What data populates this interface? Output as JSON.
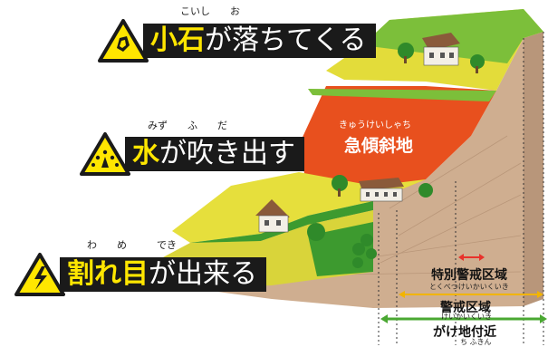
{
  "warnings": [
    {
      "highlight": "小石",
      "rest": "が落ちてくる",
      "ruby": "こいし　　お",
      "icon": "falling-stone-icon"
    },
    {
      "highlight": "水",
      "rest": "が吹き出す",
      "ruby": "みず　　ふ　　だ",
      "icon": "water-spring-icon"
    },
    {
      "highlight": "割れ目",
      "rest": "が出来る",
      "ruby": "わ　　め　　　でき",
      "icon": "crack-icon"
    }
  ],
  "slope": {
    "label": "急傾斜地",
    "ruby": "きゅうけいしゃち"
  },
  "zones": [
    {
      "label": "特別警戒区域",
      "ruby": "とくべつけいかいくいき",
      "color": "#e8322b"
    },
    {
      "label": "警戒区域",
      "ruby": "けいかいくいき",
      "color": "#f2b400"
    },
    {
      "label": "がけ地付近",
      "ruby": "ち ふきん",
      "color": "#4aa832"
    }
  ],
  "colors": {
    "warning_yellow": "#ffe600",
    "slope_orange": "#e8501e",
    "field_yellow": "#e6df3c",
    "grass_green": "#3d9a2f",
    "soil_brown": "#c9a98a"
  }
}
